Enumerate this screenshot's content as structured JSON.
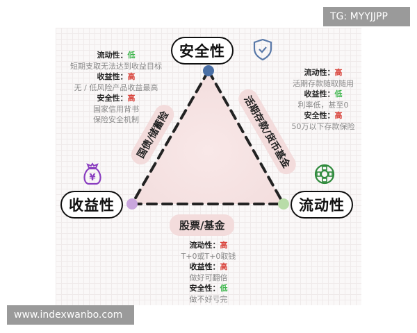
{
  "vertices": {
    "top": {
      "label": "安全性",
      "icon": "shield-check-icon",
      "dot_color": "#4a6fa5"
    },
    "left": {
      "label": "收益性",
      "icon": "money-bag-yen-icon",
      "dot_color": "#c9a6dd"
    },
    "right": {
      "label": "流动性",
      "icon": "circulation-icon",
      "dot_color": "#b8dca8"
    }
  },
  "edges": {
    "left": "国债/储蓄险",
    "right": "活期存款/货币基金",
    "bottom": "股票/基金"
  },
  "info_left": {
    "liquidity_key": "流动性：",
    "liquidity_val": "低",
    "liquidity_desc": "短期支取无法达到收益目标",
    "yield_key": "收益性：",
    "yield_val": "高",
    "yield_desc": "无 / 低风险产品收益最高",
    "safety_key": "安全性：",
    "safety_val": "高",
    "safety_desc1": "国家信用背书",
    "safety_desc2": "保险安全机制"
  },
  "info_right": {
    "liquidity_key": "流动性：",
    "liquidity_val": "高",
    "liquidity_desc": "活期存款随取随用",
    "yield_key": "收益性：",
    "yield_val": "低",
    "yield_desc": "利率低，甚至0",
    "safety_key": "安全性：",
    "safety_val": "高",
    "safety_desc": "50万以下存款保险"
  },
  "info_bottom": {
    "liquidity_key": "流动性：",
    "liquidity_val": "高",
    "liquidity_desc": "T+0或T+0取钱",
    "yield_key": "收益性：",
    "yield_val": "高",
    "yield_desc": "做好可翻倍",
    "safety_key": "安全性：",
    "safety_val": "低",
    "safety_desc": "做不好亏完"
  },
  "watermarks": {
    "top_right": "TG: MYYJJPP",
    "bottom_left": "www.indexwanbo.com"
  },
  "colors": {
    "high": "#d9443c",
    "low": "#3bb54a",
    "triangle_fill": "#f7e4e4"
  }
}
